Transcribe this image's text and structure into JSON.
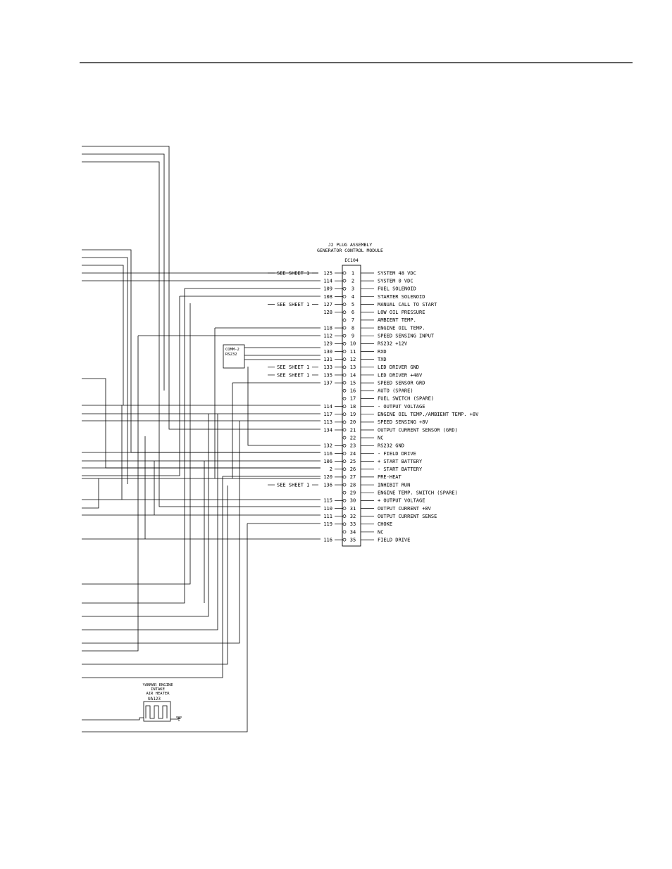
{
  "module": {
    "title_line1": "J2 PLUG ASSEMBLY",
    "title_line2": "GENERATOR CONTROL MODULE",
    "ref": "EC104"
  },
  "comm": {
    "line1": "COMM-2",
    "line2": "RS232"
  },
  "heater": {
    "line1": "YANMAR ENGINE",
    "line2": "INTAKE",
    "line3": "AIR HEATER",
    "ref": "UA123"
  },
  "see_sheet_label": "SEE SHEET 1",
  "pins": [
    {
      "pin": "1",
      "wire": "125",
      "label": "SYSTEM 48 VDC",
      "see_sheet": true
    },
    {
      "pin": "2",
      "wire": "114",
      "label": "SYSTEM 0 VDC"
    },
    {
      "pin": "3",
      "wire": "109",
      "label": "FUEL SOLENOID"
    },
    {
      "pin": "4",
      "wire": "108",
      "label": "STARTER SOLENOID"
    },
    {
      "pin": "5",
      "wire": "127",
      "label": "MANUAL CALL TO START",
      "see_sheet": true
    },
    {
      "pin": "6",
      "wire": "128",
      "label": "LOW OIL PRESSURE"
    },
    {
      "pin": "7",
      "wire": "",
      "label": "AMBIENT TEMP."
    },
    {
      "pin": "8",
      "wire": "118",
      "label": "ENGINE OIL TEMP."
    },
    {
      "pin": "9",
      "wire": "112",
      "label": "SPEED SENSING INPUT"
    },
    {
      "pin": "10",
      "wire": "129",
      "label": "RS232 +12V"
    },
    {
      "pin": "11",
      "wire": "130",
      "label": "RXD"
    },
    {
      "pin": "12",
      "wire": "131",
      "label": "TXD"
    },
    {
      "pin": "13",
      "wire": "133",
      "label": "LED DRIVER GND",
      "see_sheet": true
    },
    {
      "pin": "14",
      "wire": "135",
      "label": "LED DRIVER +48V",
      "see_sheet": true
    },
    {
      "pin": "15",
      "wire": "137",
      "label": "SPEED SENSOR GRD"
    },
    {
      "pin": "16",
      "wire": "",
      "label": "AUTO (SPARE)"
    },
    {
      "pin": "17",
      "wire": "",
      "label": "FUEL SWITCH (SPARE)"
    },
    {
      "pin": "18",
      "wire": "114",
      "label": "- OUTPUT VOLTAGE"
    },
    {
      "pin": "19",
      "wire": "117",
      "label": "ENGINE OIL TEMP./AMBIENT TEMP. +8V"
    },
    {
      "pin": "20",
      "wire": "113",
      "label": "SPEED SENSING +8V"
    },
    {
      "pin": "21",
      "wire": "134",
      "label": "OUTPUT CURRENT SENSOR (GRD)"
    },
    {
      "pin": "22",
      "wire": "",
      "label": "NC"
    },
    {
      "pin": "23",
      "wire": "132",
      "label": "RS232 GND"
    },
    {
      "pin": "24",
      "wire": "116",
      "label": "- FIELD DRIVE"
    },
    {
      "pin": "25",
      "wire": "106",
      "label": "+ START BATTERY"
    },
    {
      "pin": "26",
      "wire": "2",
      "label": "- START BATTERY"
    },
    {
      "pin": "27",
      "wire": "120",
      "label": "PRE-HEAT"
    },
    {
      "pin": "28",
      "wire": "136",
      "label": "INHIBIT RUN",
      "see_sheet": true
    },
    {
      "pin": "29",
      "wire": "",
      "label": "ENGINE TEMP. SWITCH (SPARE)"
    },
    {
      "pin": "30",
      "wire": "115",
      "label": "+ OUTPUT VOLTAGE"
    },
    {
      "pin": "31",
      "wire": "110",
      "label": "OUTPUT CURRENT +8V"
    },
    {
      "pin": "32",
      "wire": "111",
      "label": "OUTPUT CURRENT SENSE"
    },
    {
      "pin": "33",
      "wire": "119",
      "label": "CHOKE"
    },
    {
      "pin": "34",
      "wire": "",
      "label": "NC"
    },
    {
      "pin": "35",
      "wire": "116",
      "label": "FIELD DRIVE"
    }
  ]
}
